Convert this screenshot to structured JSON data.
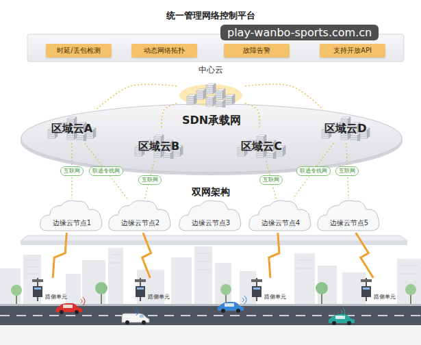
{
  "diagram": {
    "title": "统一管理网络控制平台",
    "nodes": [
      {
        "text": [
          "时延/丢包检测"
        ]
      },
      {
        "text": [
          "动态网络拓扑"
        ]
      },
      {
        "text": [
          "故障告警"
        ]
      },
      {
        "text": [
          "支持开放API"
        ]
      },
      {
        "text": [
          "中心云"
        ]
      },
      {
        "text": [
          "SDN承载网"
        ]
      },
      {
        "text": [
          "区域云A"
        ],
        "in": 5
      },
      {
        "text": [
          "区域云B"
        ],
        "in": 5
      },
      {
        "text": [
          "区域云C"
        ],
        "in": 5
      },
      {
        "text": [
          "区域云D"
        ],
        "in": 5
      },
      {
        "text": [
          "边缘云节点1"
        ]
      },
      {
        "text": [
          "边缘云节点2"
        ]
      },
      {
        "text": [
          "边缘云节点3"
        ]
      },
      {
        "text": [
          "边缘云节点4"
        ]
      },
      {
        "text": [
          "边缘云节点5"
        ]
      },
      {
        "text": [
          "路侧单元"
        ]
      },
      {
        "text": [
          "路侧单元"
        ]
      },
      {
        "text": [
          "路侧单元"
        ]
      },
      {
        "text": [
          "路侧单元"
        ]
      }
    ],
    "edges": [
      {
        "from": 4,
        "to": 6,
        "arrow": "none"
      },
      {
        "from": 4,
        "to": 7,
        "arrow": "none"
      },
      {
        "from": 4,
        "to": 8,
        "arrow": "none"
      },
      {
        "from": 4,
        "to": 9,
        "arrow": "none"
      },
      {
        "from": 6,
        "to": 10,
        "label": "互联网",
        "arrow": "none"
      },
      {
        "from": 6,
        "to": 11,
        "label": "联通专线网",
        "arrow": "none"
      },
      {
        "from": 7,
        "to": 11,
        "label": "互联网",
        "arrow": "none"
      },
      {
        "from": 8,
        "to": 13,
        "label": "互联网",
        "arrow": "none"
      },
      {
        "from": 9,
        "to": 13,
        "label": "联通专线网",
        "arrow": "none"
      },
      {
        "from": 9,
        "to": 14,
        "label": "互联网",
        "arrow": "none"
      },
      {
        "from": 10,
        "to": 15,
        "arrow": "none"
      },
      {
        "from": 11,
        "to": 16,
        "arrow": "none"
      },
      {
        "from": 13,
        "to": 17,
        "arrow": "none"
      },
      {
        "from": 14,
        "to": 18,
        "arrow": "none"
      }
    ],
    "labels": [
      "play-wanbo-sports.com.cn",
      "双网架构"
    ]
  }
}
